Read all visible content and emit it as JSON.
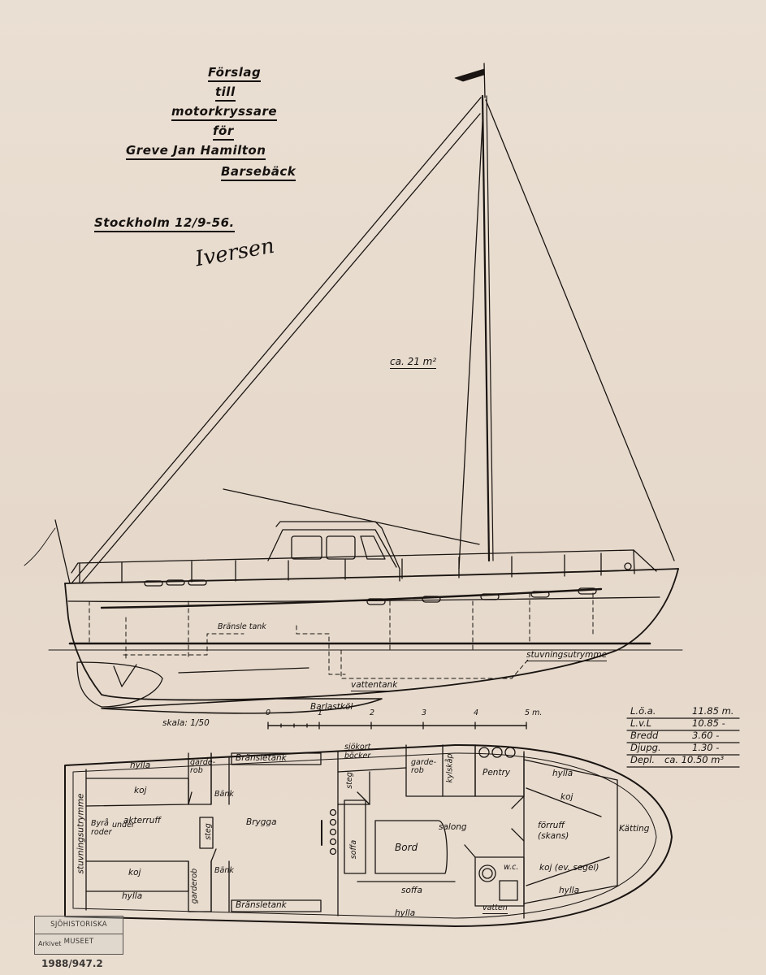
{
  "title_block": {
    "line1": "Förslag",
    "line2": "till",
    "line3": "motorkryssare",
    "line4": "för",
    "line5": "Greve Jan Hamilton",
    "line6": "Barsebäck",
    "place_date": "Stockholm 12/9-56.",
    "signature": "Iversen"
  },
  "sail_area": "ca. 21 m²",
  "profile_labels": {
    "fuel_tank": "Bränsle tank",
    "storage": "stuvningsutrymme",
    "water_tank": "vattentank",
    "ballast_keel": "Barlastköl"
  },
  "scale": {
    "label": "skala: 1/50",
    "ticks": [
      "0",
      "1",
      "2",
      "3",
      "4",
      "5 m."
    ]
  },
  "specs": [
    {
      "label": "L.ö.a.",
      "value": "11.85 m."
    },
    {
      "label": "L.v.L",
      "value": "10.85 -"
    },
    {
      "label": "Bredd",
      "value": "3.60 -"
    },
    {
      "label": "Djupg.",
      "value": "1.30 -"
    },
    {
      "label": "Depl.",
      "value": "ca. 10.50 m³"
    }
  ],
  "plan_labels": {
    "fuel_tank_top": "Bränsletank",
    "fuel_tank_bottom": "Bränsletank",
    "hylla_top": "hylla",
    "hylla_bottom": "hylla",
    "hylla_fwd_top": "hylla",
    "hylla_fwd_bottom": "hylla",
    "hylla_salon": "hylla",
    "koj_aft_top": "koj",
    "koj_aft_bottom": "koj",
    "koj_fwd": "koj",
    "koj_fwd_seg": "koj (ev. segel)",
    "aft_cabin": "akterruff",
    "rudder": "Byrå roder",
    "under": "under",
    "storage_aft": "stuvningsutrymme",
    "wardrobe_top": "garde- rob",
    "wardrobe_bottom": "garderob",
    "bench_top": "Bänk",
    "bench_bottom": "Bänk",
    "step_aft": "steg",
    "bridge": "Brygga",
    "chart_books": "sjökort böcker",
    "step": "steg",
    "sofa_left": "soffa",
    "table": "Bord",
    "salon": "salong",
    "sofa_bottom": "soffa",
    "wardrobe_mid": "garde- rob",
    "fridge": "kylskåp",
    "pantry": "Pentry",
    "wc": "w.c.",
    "water": "vatten",
    "forepeak": "förruff (skans)",
    "chain_locker": "Kätting"
  },
  "stamp": {
    "museum": "SJÖHISTORISKA MUSEET",
    "archive_label": "Arkivet",
    "archive_no": "1988/947.2"
  }
}
